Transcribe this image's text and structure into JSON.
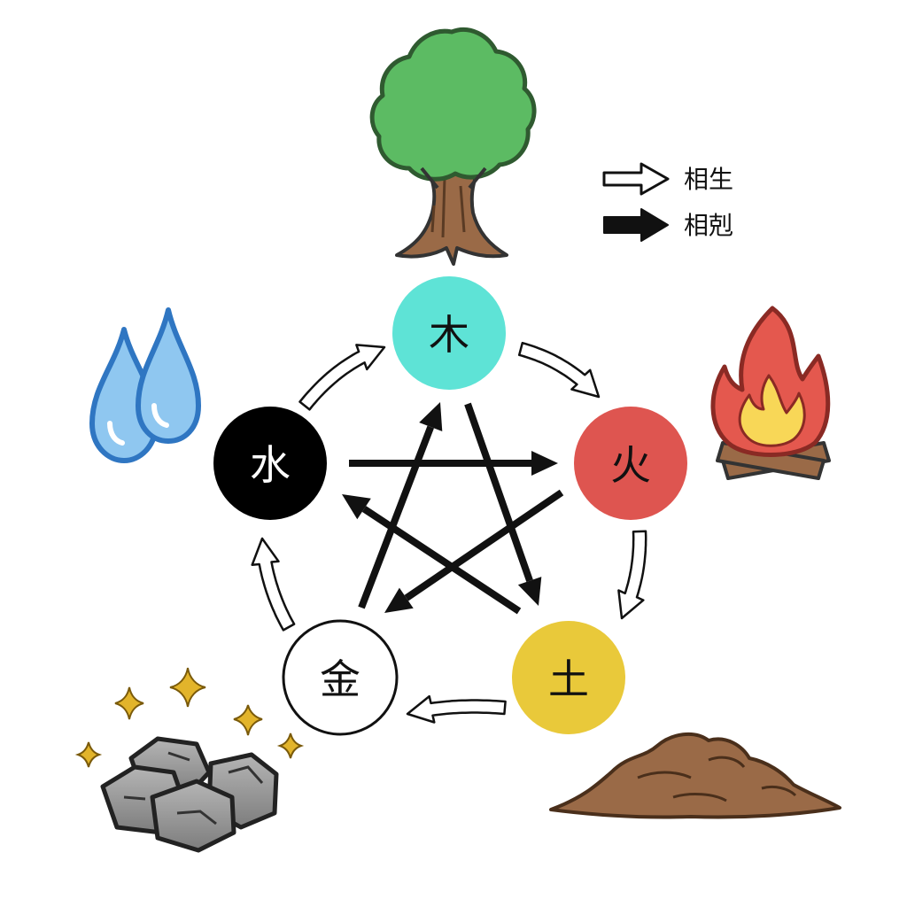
{
  "elements": [
    {
      "id": "wood",
      "label": "木",
      "fill": "#5ee3d6",
      "text_color": "#111111",
      "stroke": "none"
    },
    {
      "id": "fire",
      "label": "火",
      "fill": "#de5550",
      "text_color": "#111111",
      "stroke": "none"
    },
    {
      "id": "earth",
      "label": "土",
      "fill": "#e9c93a",
      "text_color": "#111111",
      "stroke": "none"
    },
    {
      "id": "metal",
      "label": "金",
      "fill": "#ffffff",
      "text_color": "#111111",
      "stroke": "#111111"
    },
    {
      "id": "water",
      "label": "水",
      "fill": "#000000",
      "text_color": "#ffffff",
      "stroke": "none"
    }
  ],
  "legend": {
    "generating_label": "相生",
    "overcoming_label": "相剋"
  },
  "generating_cycle": [
    [
      "wood",
      "fire"
    ],
    [
      "fire",
      "earth"
    ],
    [
      "earth",
      "metal"
    ],
    [
      "metal",
      "water"
    ],
    [
      "water",
      "wood"
    ]
  ],
  "overcoming_cycle": [
    [
      "wood",
      "earth"
    ],
    [
      "earth",
      "water"
    ],
    [
      "water",
      "fire"
    ],
    [
      "fire",
      "metal"
    ],
    [
      "metal",
      "wood"
    ]
  ],
  "illustrations": [
    "tree-icon",
    "fire-icon",
    "soil-pile-icon",
    "rocks-icon",
    "water-drops-icon"
  ],
  "colors": {
    "tree_leaf": "#5cbb63",
    "tree_trunk": "#9a6a47",
    "flame_outer": "#e4584e",
    "flame_inner": "#f8d757",
    "soil": "#9a6a47",
    "rock": "#8f8f8f",
    "sparkle": "#e2b42b",
    "water": "#8fc7f0",
    "water_outline": "#2f76c2"
  }
}
